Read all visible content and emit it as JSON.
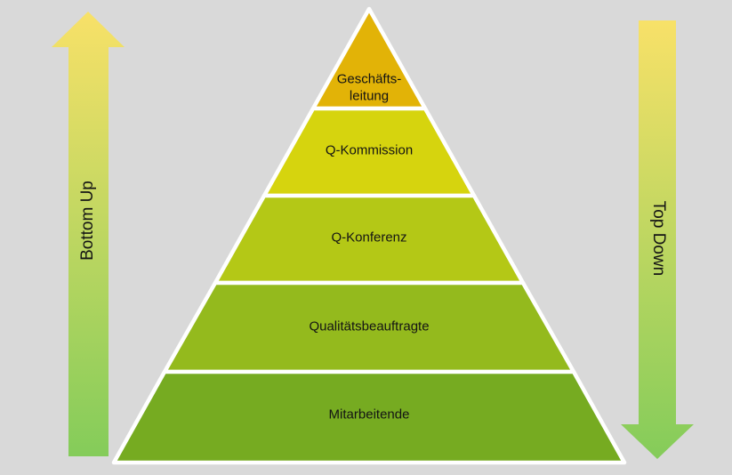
{
  "background_color": "#d9d9d9",
  "pyramid": {
    "outline_color": "#ffffff",
    "levels": [
      {
        "label": "Geschäftsleitung",
        "display": "Geschäfts-\nleitung",
        "color": "#e2b307"
      },
      {
        "label": "Q-Kommission",
        "display": "Q-Kommission",
        "color": "#d6d40e"
      },
      {
        "label": "Q-Konferenz",
        "display": "Q-Konferenz",
        "color": "#b4c816"
      },
      {
        "label": "Qualitätsbeauftragte",
        "display": "Qualitätsbeauftragte",
        "color": "#94ba1d"
      },
      {
        "label": "Mitarbeitende",
        "display": "Mitarbeitende",
        "color": "#76ab21"
      }
    ]
  },
  "arrows": {
    "gradient_top_color": "#f8e168",
    "gradient_bottom_color": "#84cc5a",
    "left": {
      "label": "Bottom Up",
      "direction": "up"
    },
    "right": {
      "label": "Top Down",
      "direction": "down"
    }
  }
}
